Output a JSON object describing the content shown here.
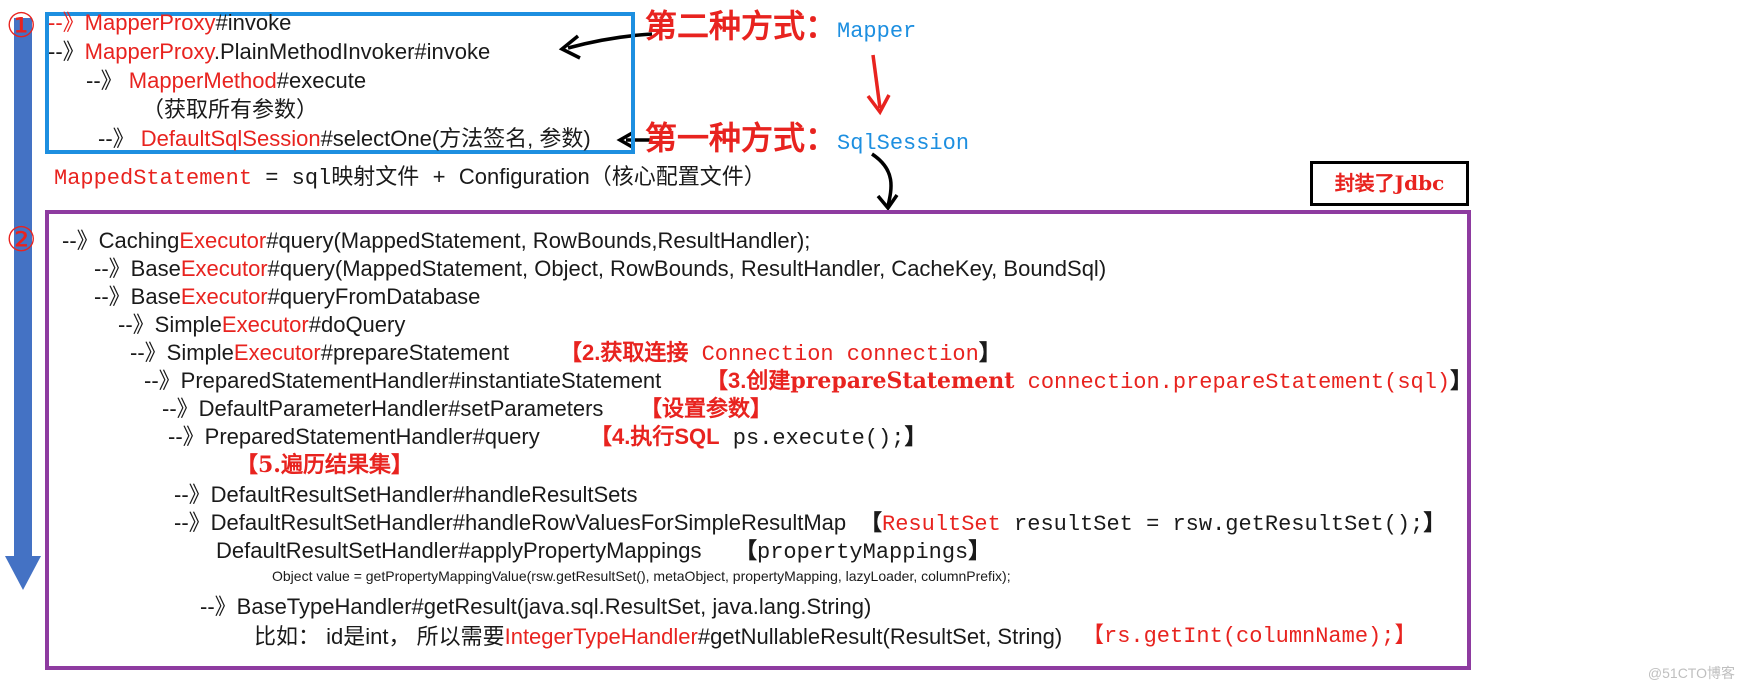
{
  "markers": {
    "one": "①",
    "two": "②"
  },
  "top": {
    "l1": {
      "dash": "--》",
      "cls": "MapperProxy",
      "rest": "#invoke"
    },
    "l2": {
      "dash": "--》",
      "cls": "MapperProxy",
      "rest": ".PlainMethodInvoker#invoke"
    },
    "l3": {
      "dash": "--》",
      "cls": "MapperMethod",
      "rest": "#execute"
    },
    "l4": {
      "text": "（获取所有参数）"
    },
    "l5": {
      "dash": "--》",
      "cls": "DefaultSqlSession",
      "rest": "#selectOne(方法签名, 参数)"
    },
    "mapped": {
      "cls": "MappedStatement",
      "eq": " = sql映射文件 + ",
      "rest": "Configuration（核心配置文件）"
    }
  },
  "ways": {
    "second": {
      "label": "第二种方式：",
      "value": "Mapper"
    },
    "first": {
      "label": "第一种方式：",
      "value": "SqlSession"
    }
  },
  "jdbc_label": "封装了Jdbc",
  "main": {
    "r1": {
      "dash": "--》",
      "pre": "Caching",
      "cls": "Executor",
      "rest": "#query(MappedStatement, RowBounds,ResultHandler);"
    },
    "r2": {
      "dash": "--》",
      "pre": "Base",
      "cls": "Executor",
      "rest": "#query(MappedStatement, Object, RowBounds, ResultHandler, CacheKey, BoundSql)"
    },
    "r3": {
      "dash": "--》",
      "pre": "Base",
      "cls": "Executor",
      "rest": "#queryFromDatabase"
    },
    "r4": {
      "dash": "--》",
      "pre": "Simple",
      "cls": "Executor",
      "rest": "#doQuery"
    },
    "r5": {
      "dash": "--》",
      "pre": "Simple",
      "cls": "Executor",
      "rest": "#prepareStatement",
      "note_open": "【2.",
      "note_bold": "获取连接",
      "note_code": " Connection connection",
      "note_close": "】"
    },
    "r6": {
      "dash": "--》",
      "text": "PreparedStatementHandler#instantiateStatement",
      "note_open": "【3.",
      "note_bold": "创建prepareStatement",
      "note_code": " connection.prepareStatement(sql)",
      "note_close": "】"
    },
    "r7": {
      "dash": "--》",
      "text": "DefaultParameterHandler#setParameters",
      "note": "【设置参数】"
    },
    "r8": {
      "dash": "--》",
      "text": "PreparedStatementHandler#query",
      "note_open": "【4.",
      "note_bold": "执行SQL",
      "note_code": " ps.execute();",
      "note_close": "】"
    },
    "r9": {
      "note": "【5.遍历结果集】"
    },
    "r10": {
      "dash": "--》",
      "text": "DefaultResultSetHandler#handleResultSets"
    },
    "r11": {
      "dash": "--》",
      "text": "DefaultResultSetHandler#handleRowValuesForSimpleResultMap",
      "note_open": "【",
      "note_red": "ResultSet",
      "note_code": " resultSet = rsw.getResultSet();",
      "note_close": "】"
    },
    "r12": {
      "text": "DefaultResultSetHandler#applyPropertyMappings",
      "note_open": "【",
      "note_code": "propertyMappings",
      "note_close": "】"
    },
    "r13": {
      "text": "Object value = getPropertyMappingValue(rsw.getResultSet(), metaObject, propertyMapping, lazyLoader, columnPrefix);"
    },
    "r14": {
      "dash": "--》",
      "text": "BaseTypeHandler#getResult(java.sql.ResultSet, java.lang.String)"
    },
    "r15": {
      "pre": "比如： id是int， 所以需要",
      "cls": "IntegerTypeHandler",
      "rest": "#getNullableResult(ResultSet, String)",
      "note": "【rs.getInt(columnName);】"
    }
  },
  "watermark": "@51CTO博客",
  "colors": {
    "blue_box": "#1d8fe0",
    "purple_box": "#8e3ba0",
    "red": "#e8231f",
    "side_arrow": "#4472c4"
  }
}
